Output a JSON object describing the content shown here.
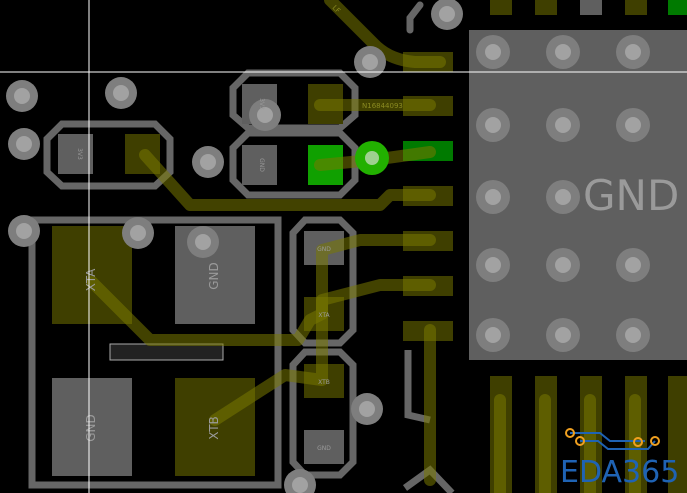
{
  "board": {
    "big_pad_label": "GND",
    "component_labels": {
      "crystal_pad_1": "XTA",
      "crystal_pad_2": "GND",
      "crystal_pad_3": "GND",
      "crystal_pad_4": "XTB",
      "cap_a_pad_1": "GND",
      "cap_a_pad_2": "XTA",
      "cap_b_pad_1": "XTB",
      "cap_b_pad_2": "GND",
      "cap_c_pad": "3V3",
      "cap_d_pad": "3V3",
      "cap_e_pad": "GND",
      "net_label": "N16844093",
      "trace_label": "LF"
    },
    "colors": {
      "background": "#000000",
      "pad": "#5f5f5f",
      "top_copper": "#3f3f00",
      "highlight": "#00a000",
      "silkscreen": "#666666"
    }
  },
  "watermark": {
    "text": "EDA365",
    "color": "#1f63b4"
  }
}
